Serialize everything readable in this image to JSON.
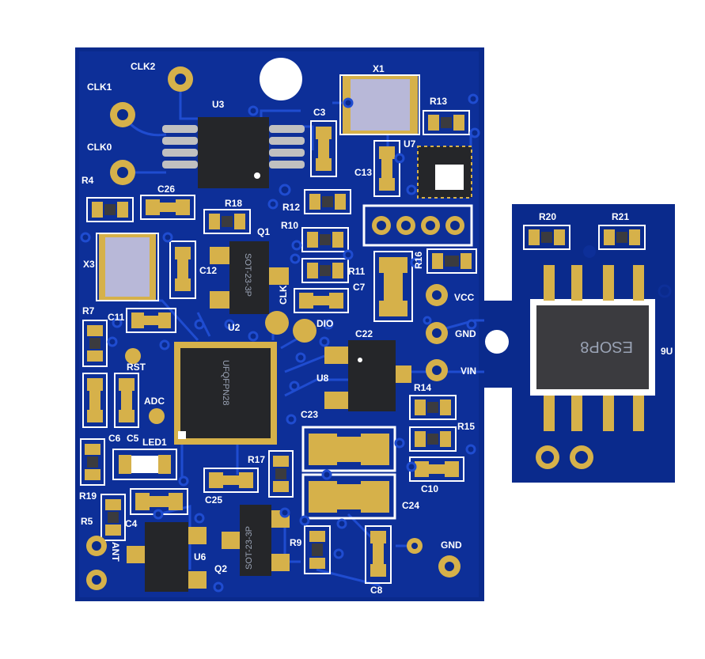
{
  "board": {
    "labels": {
      "clk2": "CLK2",
      "clk1": "CLK1",
      "clk0": "CLK0",
      "u3": "U3",
      "x1": "X1",
      "c3": "C3",
      "r13": "R13",
      "u7": "U7",
      "c13": "C13",
      "r4": "R4",
      "c26": "C26",
      "r18": "R18",
      "r12": "R12",
      "r10": "R10",
      "q1": "Q1",
      "x3": "X3",
      "c12": "C12",
      "r11": "R11",
      "r16": "R16",
      "c7": "C7",
      "clk": "CLK",
      "dio": "DIO",
      "vcc": "VCC",
      "gnd": "GND",
      "vin": "VIN",
      "r7": "R7",
      "c11": "C11",
      "u2": "U2",
      "c22": "C22",
      "u8": "U8",
      "rst": "RST",
      "adc": "ADC",
      "r14": "R14",
      "r15": "R15",
      "c23": "C23",
      "c6": "C6",
      "c5": "C5",
      "led1": "LED1",
      "r17": "R17",
      "c10": "C10",
      "r19": "R19",
      "c25": "C25",
      "c24": "C24",
      "r5": "R5",
      "c4": "C4",
      "ant": "ANT",
      "u6": "U6",
      "r9": "R9",
      "gnd2": "GND",
      "q2": "Q2",
      "c8": "C8",
      "r20": "R20",
      "r21": "R21",
      "u9": "9U",
      "esop8": "ESOP8"
    },
    "package_labels": {
      "sot_q1": "SOT-23-3P",
      "sot_q2": "SOT-23-3P",
      "ufqfpn": "UFQFPN28"
    },
    "colors": {
      "board": "#0a2a8c",
      "copper": "#1a40b8",
      "pad": "#d6b14a",
      "silk": "#ffffff",
      "chip": "#252629",
      "crystal": "#b8b8d8"
    }
  }
}
